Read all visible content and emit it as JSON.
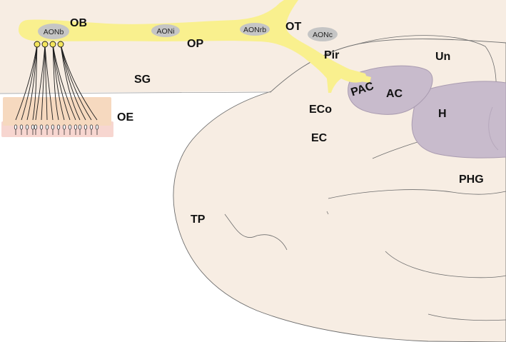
{
  "colors": {
    "brain_fill": "#f7ede3",
    "brain_outline": "#6d6d6d",
    "olfactory_pathway": "#f9f08e",
    "aon_ellipse": "#c5c5c5",
    "amygdala_hippocampus": "#c8bbcc",
    "amygdala_hippocampus_outline": "#a99bb0",
    "epithelium_band": "#f6d9bf",
    "epithelium_pink": "#f7d6d0",
    "nerve_fibers": "#1c1c1c",
    "glomeruli": "#f4e55c"
  },
  "labels": {
    "ob": "OB",
    "op": "OP",
    "ot": "OT",
    "sg": "SG",
    "oe": "OE",
    "pir": "Pir",
    "un": "Un",
    "pac": "PAC",
    "ac": "AC",
    "h": "H",
    "eco": "ECo",
    "ec": "EC",
    "phg": "PHG",
    "tp": "TP"
  },
  "aon_labels": {
    "aonb": "AONb",
    "aoni": "AONi",
    "aonrb": "AONrb",
    "aonc": "AONc"
  }
}
